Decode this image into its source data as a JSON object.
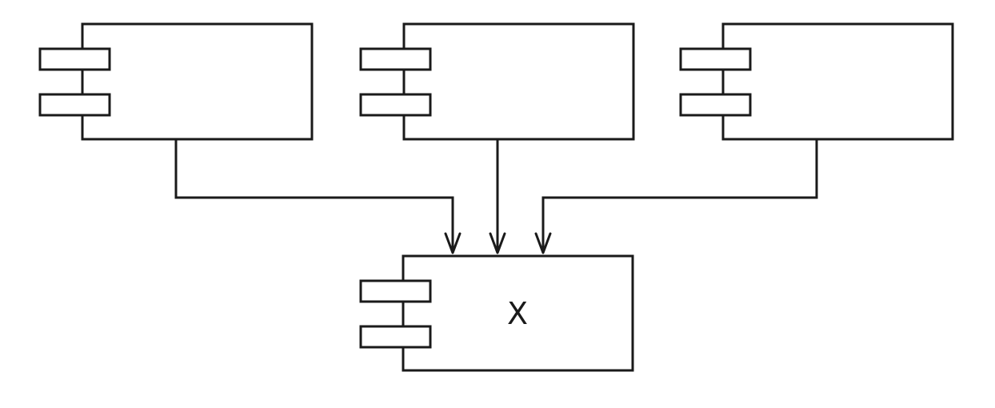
{
  "components": [
    {
      "id": "source-1",
      "label": ""
    },
    {
      "id": "source-2",
      "label": ""
    },
    {
      "id": "source-3",
      "label": ""
    },
    {
      "id": "target",
      "label": "X"
    }
  ],
  "connections": [
    {
      "from": "source-1",
      "to": "target"
    },
    {
      "from": "source-2",
      "to": "target"
    },
    {
      "from": "source-3",
      "to": "target"
    }
  ]
}
